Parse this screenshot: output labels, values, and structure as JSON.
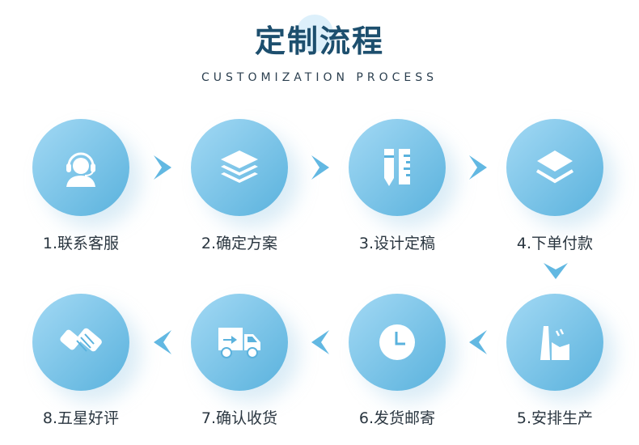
{
  "header": {
    "title": "定制流程",
    "subtitle": "CUSTOMIZATION PROCESS"
  },
  "steps": [
    {
      "label": "1.联系客服",
      "icon": "customer-service-headset-icon"
    },
    {
      "label": "2.确定方案",
      "icon": "layers-icon"
    },
    {
      "label": "3.设计定稿",
      "icon": "pencil-ruler-icon"
    },
    {
      "label": "4.下单付款",
      "icon": "layers-outline-icon"
    },
    {
      "label": "5.安排生产",
      "icon": "factory-icon"
    },
    {
      "label": "6.发货邮寄",
      "icon": "clock-icon"
    },
    {
      "label": "7.确认收货",
      "icon": "delivery-truck-icon"
    },
    {
      "label": "8.五星好评",
      "icon": "handshake-icon"
    }
  ],
  "colors": {
    "circle_light": "#a3d9f4",
    "circle_dark": "#5ab2dd",
    "arrow": "#62b8e2",
    "title": "#1d4f6e"
  }
}
